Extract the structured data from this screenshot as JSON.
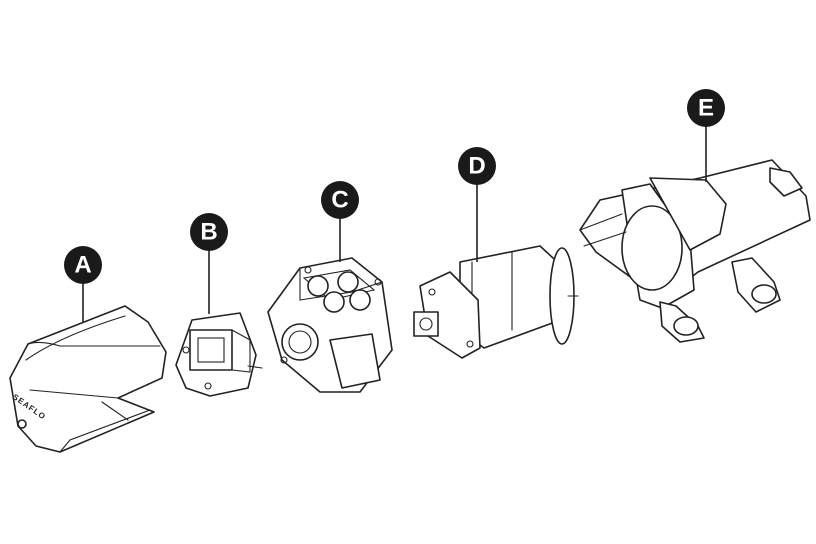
{
  "labels": [
    {
      "id": "A",
      "text": "A"
    },
    {
      "id": "B",
      "text": "B"
    },
    {
      "id": "C",
      "text": "C"
    },
    {
      "id": "D",
      "text": "D"
    },
    {
      "id": "E",
      "text": "E"
    }
  ],
  "logo_text": "SEAFLO",
  "colors": {
    "line": "#222222",
    "badge": "#1a1a1a",
    "badge_text": "#ffffff",
    "background": "#ffffff"
  }
}
